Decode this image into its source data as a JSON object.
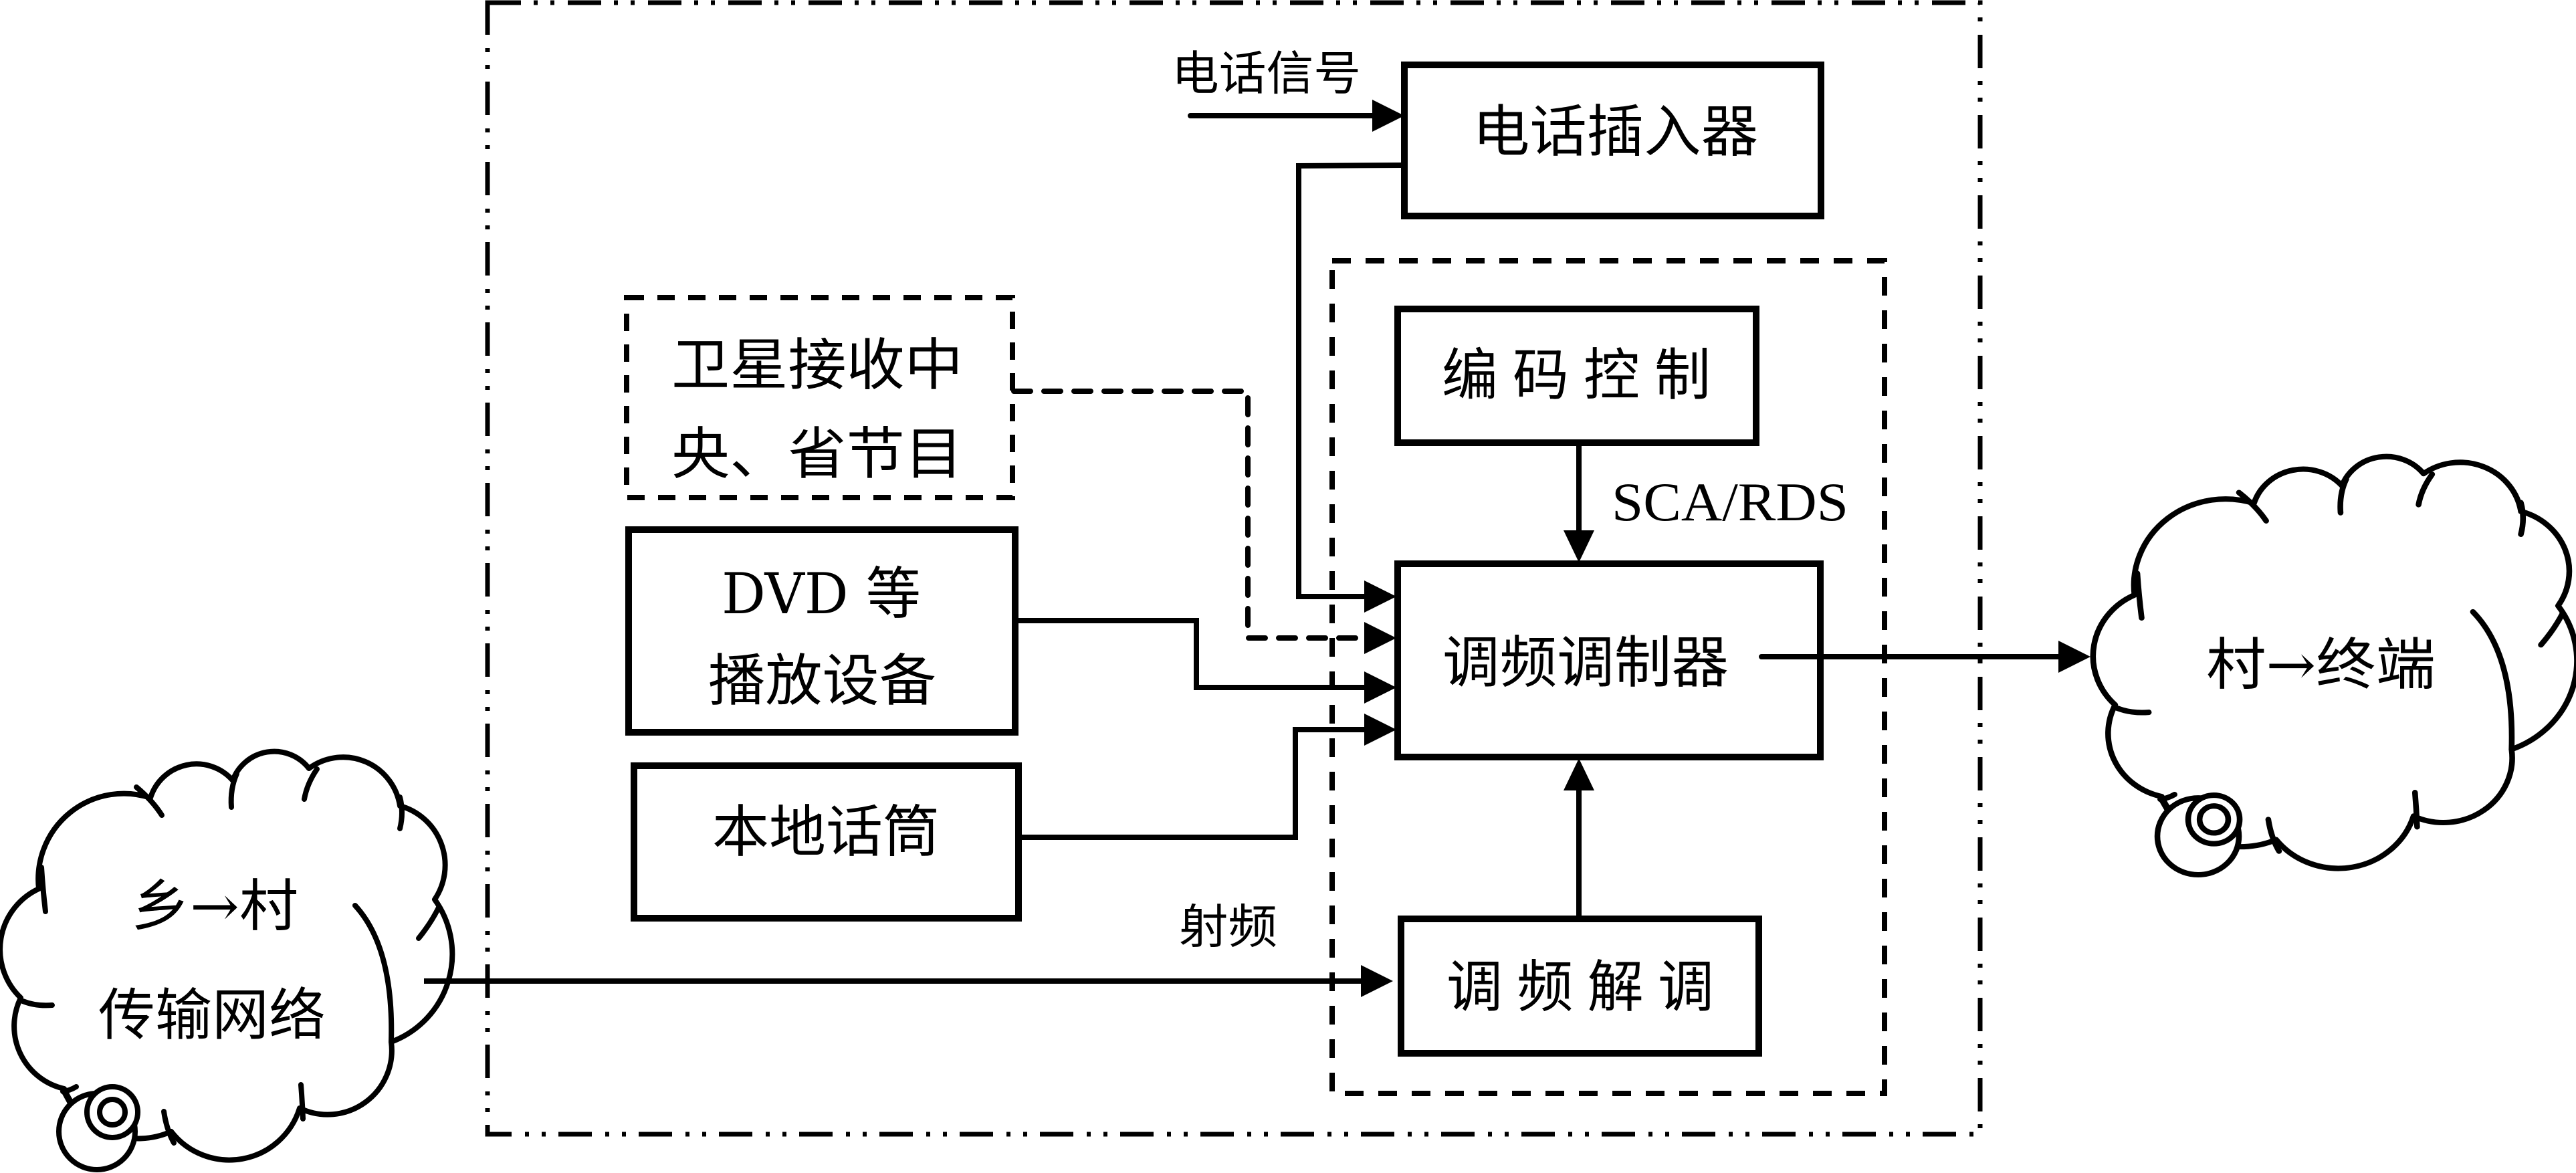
{
  "diagram": {
    "type": "block-diagram",
    "enclosures": {
      "station": {
        "style": "dash-dot",
        "label": ""
      },
      "fm_unit": {
        "style": "dashed",
        "label": ""
      }
    },
    "blocks": {
      "phone_inserter": {
        "label": "电话插入器"
      },
      "encoding_control": {
        "label": "编码控制"
      },
      "fm_modulator": {
        "label": "调频调制器"
      },
      "fm_demodulator": {
        "label": "调频解调"
      },
      "satellite": {
        "lines": [
          "卫星接收中",
          "央、省节目"
        ],
        "style": "dashed"
      },
      "dvd": {
        "lines": [
          "DVD 等",
          "播放设备"
        ]
      },
      "local_mic": {
        "label": "本地话筒"
      }
    },
    "clouds": {
      "township_to_village": {
        "lines": [
          "乡→村",
          "传输网络"
        ]
      },
      "village_to_terminal": {
        "label": "村→终端"
      }
    },
    "edge_labels": {
      "phone_signal": "电话信号",
      "sca_rds": "SCA/RDS",
      "rf": "射频"
    },
    "edges": [
      {
        "from": "电话信号",
        "to": "电话插入器",
        "style": "solid"
      },
      {
        "from": "电话插入器",
        "to": "调频调制器",
        "style": "solid"
      },
      {
        "from": "编码控制",
        "to": "调频调制器",
        "label": "SCA/RDS",
        "style": "solid"
      },
      {
        "from": "卫星接收中央、省节目",
        "to": "调频调制器",
        "style": "dashed"
      },
      {
        "from": "DVD等播放设备",
        "to": "调频调制器",
        "style": "solid"
      },
      {
        "from": "本地话筒",
        "to": "调频调制器",
        "style": "solid"
      },
      {
        "from": "乡→村传输网络",
        "to": "调频解调",
        "label": "射频",
        "style": "solid"
      },
      {
        "from": "调频解调",
        "to": "调频调制器",
        "style": "solid"
      },
      {
        "from": "调频调制器",
        "to": "村→终端",
        "style": "solid"
      }
    ]
  }
}
